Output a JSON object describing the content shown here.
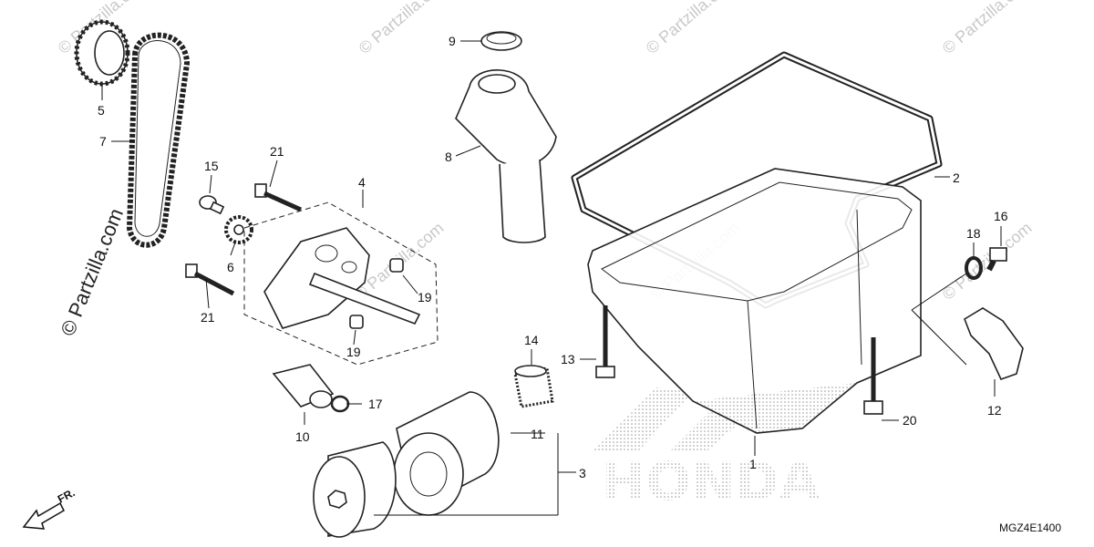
{
  "watermark": {
    "text": "© Partzilla.com"
  },
  "brand_watermark": {
    "text": "HONDA"
  },
  "diagram_code": "MGZ4E1400",
  "direction_label": "FR.",
  "callouts": [
    {
      "id": "c1",
      "text": "1"
    },
    {
      "id": "c2",
      "text": "2"
    },
    {
      "id": "c3",
      "text": "3"
    },
    {
      "id": "c4",
      "text": "4"
    },
    {
      "id": "c5",
      "text": "5"
    },
    {
      "id": "c6",
      "text": "6"
    },
    {
      "id": "c7",
      "text": "7"
    },
    {
      "id": "c8",
      "text": "8"
    },
    {
      "id": "c9",
      "text": "9"
    },
    {
      "id": "c10",
      "text": "10"
    },
    {
      "id": "c11",
      "text": "11"
    },
    {
      "id": "c12",
      "text": "12"
    },
    {
      "id": "c13",
      "text": "13"
    },
    {
      "id": "c14",
      "text": "14"
    },
    {
      "id": "c15",
      "text": "15"
    },
    {
      "id": "c16",
      "text": "16"
    },
    {
      "id": "c17",
      "text": "17"
    },
    {
      "id": "c18",
      "text": "18"
    },
    {
      "id": "c19a",
      "text": "19"
    },
    {
      "id": "c19b",
      "text": "19"
    },
    {
      "id": "c20",
      "text": "20"
    },
    {
      "id": "c21a",
      "text": "21"
    },
    {
      "id": "c21b",
      "text": "21"
    }
  ]
}
